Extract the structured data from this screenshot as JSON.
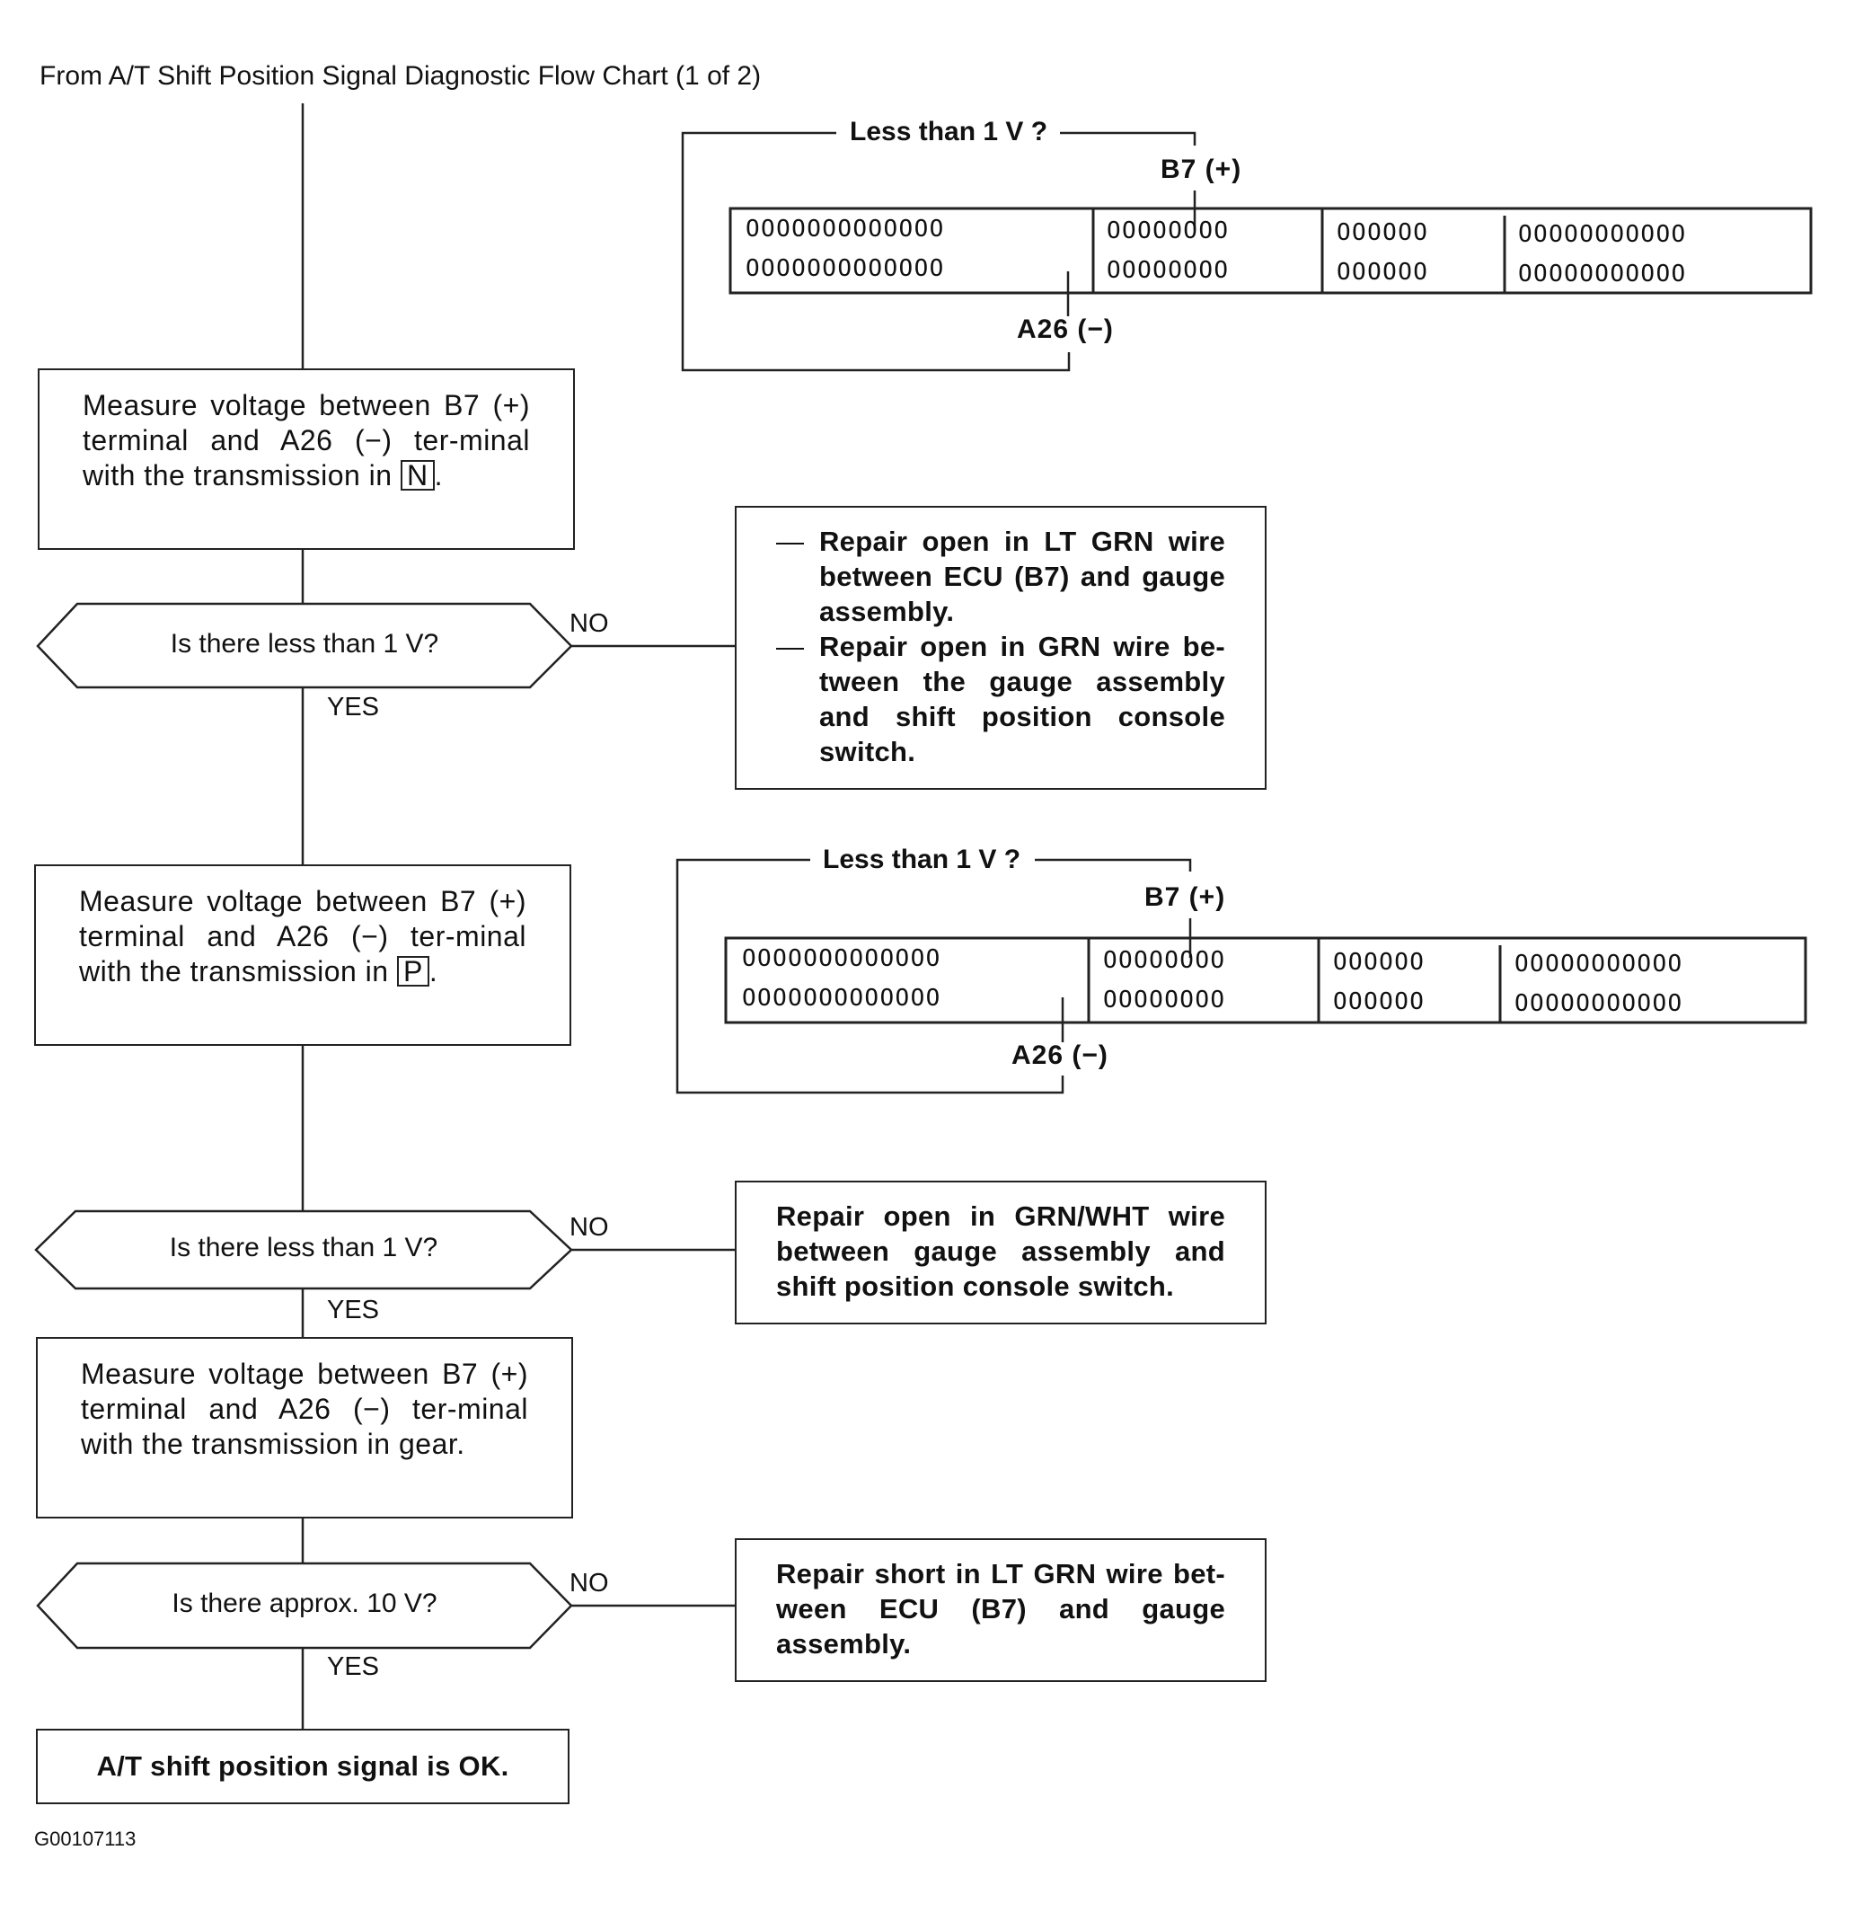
{
  "header": "From A/T Shift Position Signal Diagnostic Flow Chart (1 of 2)",
  "figure_code": "G00107113",
  "steps": [
    {
      "measure": {
        "text": "Measure voltage between B7 (+) terminal and A26 (−) ter-minal with the transmission in",
        "position": "N",
        "tail": "."
      },
      "question": "Is there less than 1 V?",
      "yes_label": "YES",
      "no_label": "NO",
      "no_action": [
        "Repair open in LT GRN wire between ECU (B7) and gauge assembly.",
        "Repair open in GRN wire be-tween the gauge assembly and shift position console switch."
      ],
      "no_action_bullet": "—"
    },
    {
      "measure": {
        "text": "Measure voltage between B7 (+) terminal and A26 (−) ter-minal with the transmission in",
        "position": "P",
        "tail": "."
      },
      "question": "Is there less than 1 V?",
      "yes_label": "YES",
      "no_label": "NO",
      "no_action": [
        "Repair open in GRN/WHT wire between gauge assembly and shift position console switch."
      ]
    },
    {
      "measure": {
        "text": "Measure voltage between B7 (+) terminal and A26 (−) ter-minal with the transmission in gear."
      },
      "question": "Is there approx. 10 V?",
      "yes_label": "YES",
      "no_label": "NO",
      "no_action": [
        "Repair short in LT GRN wire bet-ween ECU (B7) and gauge assembly."
      ]
    }
  ],
  "final_result": "A/T shift position signal is OK.",
  "connector_diagrams": [
    {
      "condition": "Less than 1 V ?",
      "positive_terminal": "B7 (+)",
      "negative_terminal": "A26 (−)",
      "sections": [
        {
          "row1": "OOOOOOOOOOOOO",
          "row2": "OOOOOOOOOOOOO"
        },
        {
          "row1": "OOOOOOOO",
          "row2": "OOOOOOOO"
        },
        {
          "row1": "OOOOOO",
          "row2": "OOOOOO"
        },
        {
          "row1": "OOOOOOOOOOO",
          "row2": "OOOOOOOOOOO"
        }
      ]
    },
    {
      "condition": "Less than 1 V ?",
      "positive_terminal": "B7 (+)",
      "negative_terminal": "A26 (−)",
      "sections": [
        {
          "row1": "OOOOOOOOOOOOO",
          "row2": "OOOOOOOOOOOOO"
        },
        {
          "row1": "OOOOOOOO",
          "row2": "OOOOOOOO"
        },
        {
          "row1": "OOOOOO",
          "row2": "OOOOOO"
        },
        {
          "row1": "OOOOOOOOOOO",
          "row2": "OOOOOOOOOOO"
        }
      ]
    }
  ]
}
